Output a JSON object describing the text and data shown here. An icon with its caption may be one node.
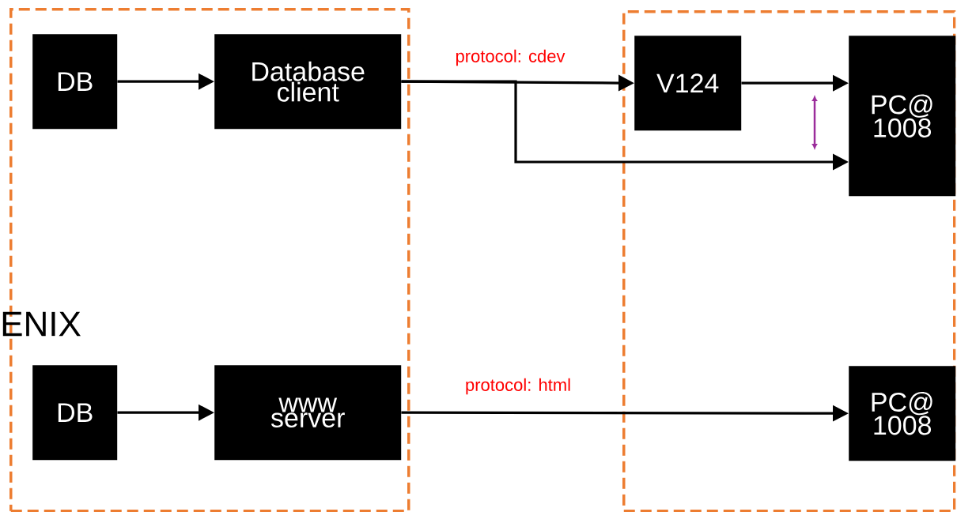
{
  "diagram": {
    "nodes": [
      {
        "text": [],
        "shape": "box"
      },
      {
        "text": [],
        "shape": "box"
      },
      {
        "text": [
          "DB"
        ],
        "in": 0
      },
      {
        "text": [
          "Database client"
        ],
        "in": 0
      },
      {
        "text": [
          "V124"
        ],
        "in": 1
      },
      {
        "text": [
          "PC@ 1008"
        ],
        "in": 1
      },
      {
        "text": [
          "DB"
        ],
        "in": 0
      },
      {
        "text": [
          "www server"
        ],
        "in": 0
      },
      {
        "text": [
          "PC@ 1008"
        ],
        "in": 1
      }
    ],
    "edges": [
      {
        "from": 2,
        "to": 3,
        "arrow": "to"
      },
      {
        "from": 3,
        "to": 4,
        "arrow": "to",
        "label": "protocol: cdev"
      },
      {
        "from": 3,
        "to": 5,
        "arrow": "to"
      },
      {
        "from": 4,
        "to": 5,
        "arrow": "to"
      },
      {
        "from": 6,
        "to": 7,
        "arrow": "to"
      },
      {
        "from": 7,
        "to": 8,
        "arrow": "to",
        "label": "protocol: html"
      }
    ],
    "labels": [
      "ENIX"
    ]
  }
}
